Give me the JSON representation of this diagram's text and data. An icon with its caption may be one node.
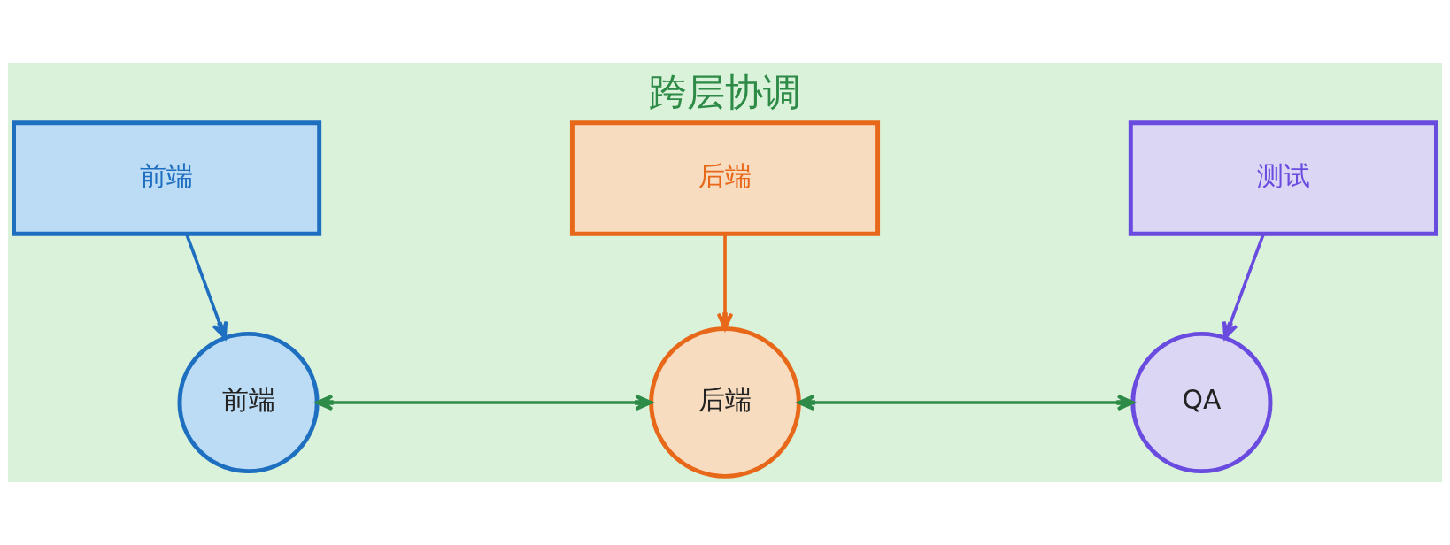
{
  "diagram": {
    "title": "跨层协调",
    "nodes": [
      {
        "text": [
          "前端"
        ]
      },
      {
        "text": [
          "后端"
        ]
      },
      {
        "text": [
          "测试"
        ]
      },
      {
        "text": [
          "前端"
        ]
      },
      {
        "text": [
          "后端"
        ]
      },
      {
        "text": [
          "QA"
        ]
      }
    ],
    "edges": [
      {
        "from": 0,
        "to": 3,
        "arrow": "to",
        "color": "#1f6fc0"
      },
      {
        "from": 1,
        "to": 4,
        "arrow": "to",
        "color": "#e8681a"
      },
      {
        "from": 2,
        "to": 5,
        "arrow": "to",
        "color": "#6a4be0"
      },
      {
        "from": 3,
        "to": 4,
        "arrow": "both",
        "color": "#2e8b47"
      },
      {
        "from": 4,
        "to": 5,
        "arrow": "both",
        "color": "#2e8b47"
      }
    ]
  }
}
